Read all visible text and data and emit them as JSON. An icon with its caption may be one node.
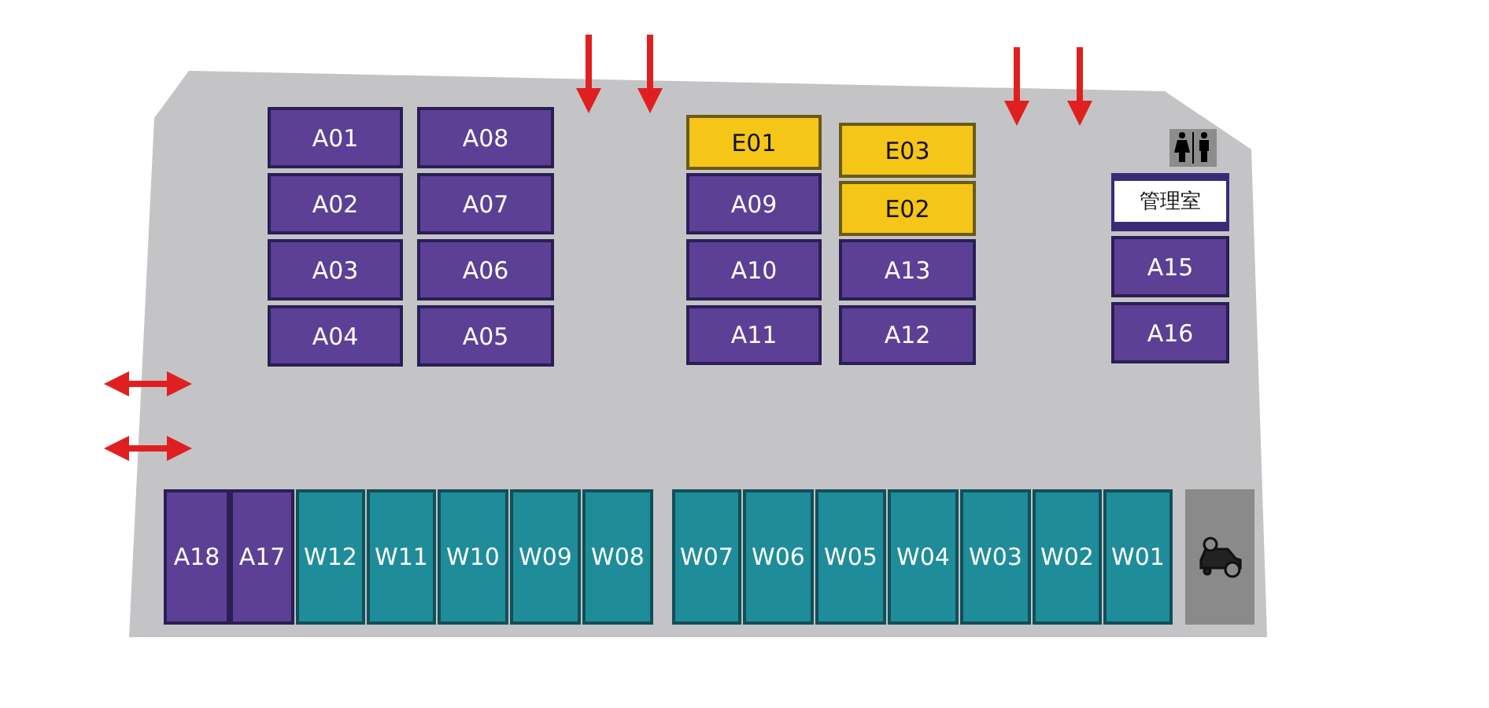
{
  "diagram": {
    "nodes": [
      {
        "text": [
          "A01"
        ]
      },
      {
        "text": [
          "A08"
        ]
      },
      {
        "text": [
          "E01"
        ]
      },
      {
        "text": [
          "E03"
        ]
      },
      {
        "text": [
          "A02"
        ]
      },
      {
        "text": [
          "A07"
        ]
      },
      {
        "text": [
          "A09"
        ]
      },
      {
        "text": [
          "E02"
        ]
      },
      {
        "text": [
          "管理室"
        ]
      },
      {
        "text": [
          "A03"
        ]
      },
      {
        "text": [
          "A06"
        ]
      },
      {
        "text": [
          "A10"
        ]
      },
      {
        "text": [
          "A13"
        ]
      },
      {
        "text": [
          "A15"
        ]
      },
      {
        "text": [
          "A04"
        ]
      },
      {
        "text": [
          "A05"
        ]
      },
      {
        "text": [
          "A11"
        ]
      },
      {
        "text": [
          "A12"
        ]
      },
      {
        "text": [
          "A16"
        ]
      },
      {
        "text": [
          "A18"
        ]
      },
      {
        "text": [
          "A17"
        ]
      },
      {
        "text": [
          "W12"
        ]
      },
      {
        "text": [
          "W11"
        ]
      },
      {
        "text": [
          "W10"
        ]
      },
      {
        "text": [
          "W09"
        ]
      },
      {
        "text": [
          "W08"
        ]
      },
      {
        "text": [
          "W07"
        ]
      },
      {
        "text": [
          "W06"
        ]
      },
      {
        "text": [
          "W05"
        ]
      },
      {
        "text": [
          "W04"
        ]
      },
      {
        "text": [
          "W03"
        ]
      },
      {
        "text": [
          "W02"
        ]
      },
      {
        "text": [
          "W01"
        ]
      },
      {
        "text": [],
        "shape": "box"
      }
    ]
  }
}
